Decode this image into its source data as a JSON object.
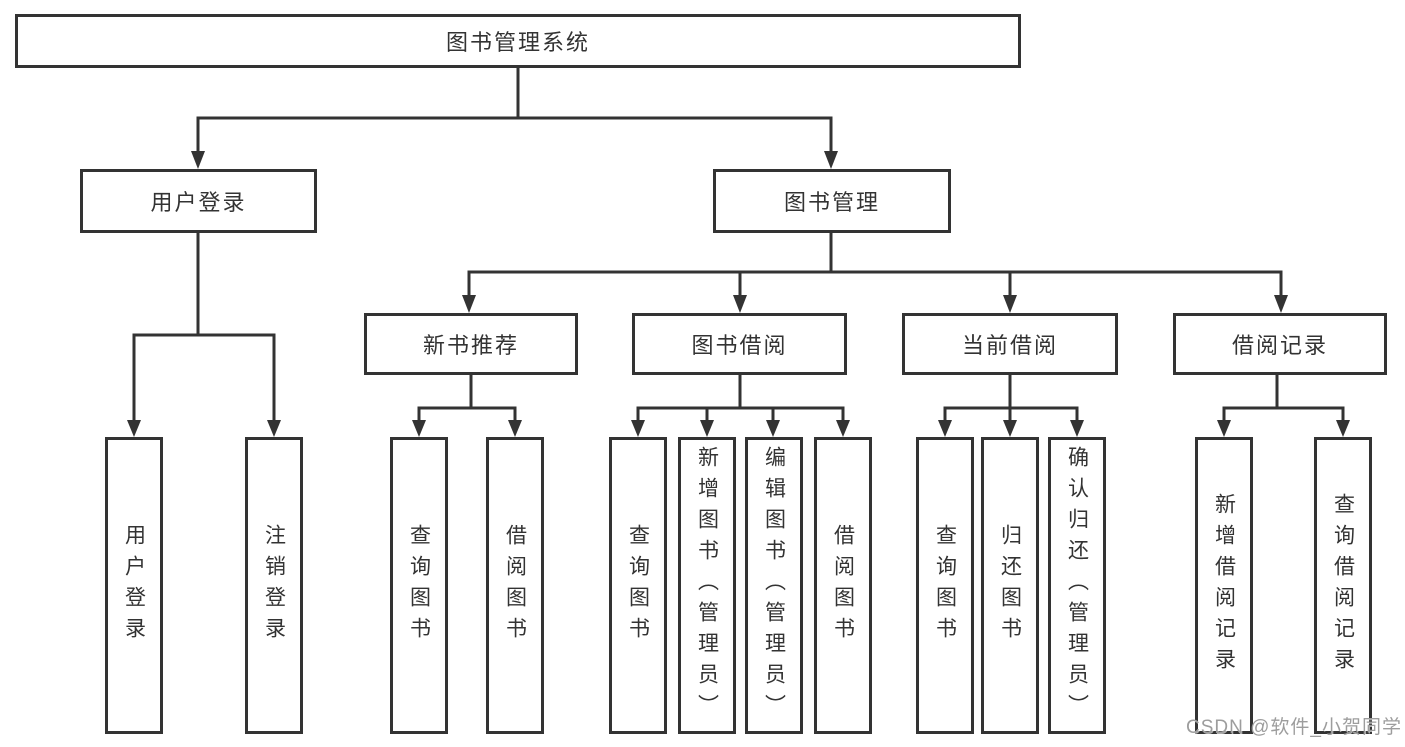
{
  "diagram": {
    "root": "图书管理系统",
    "level1": {
      "user_login": "用户登录",
      "book_management": "图书管理"
    },
    "level2": {
      "new_book_recommend": "新书推荐",
      "book_borrow": "图书借阅",
      "current_borrow": "当前借阅",
      "borrow_records": "借阅记录"
    },
    "leaves": {
      "user_login": {
        "login": "用户登录",
        "logout": "注销登录"
      },
      "recommend": {
        "query": "查询图书",
        "borrow": "借阅图书"
      },
      "borrow": {
        "query": "查询图书",
        "add": "新增图书（管理员）",
        "edit": "编辑图书（管理员）",
        "borrow": "借阅图书"
      },
      "current": {
        "query": "查询图书",
        "return": "归还图书",
        "confirm": "确认归还（管理员）"
      },
      "records": {
        "add": "新增借阅记录",
        "query": "查询借阅记录"
      }
    }
  },
  "watermark": "CSDN @软件_小贺同学",
  "colors": {
    "line": "#333333",
    "text": "#333333",
    "watermark_gray": "#9d9d9d",
    "background": "#ffffff"
  }
}
